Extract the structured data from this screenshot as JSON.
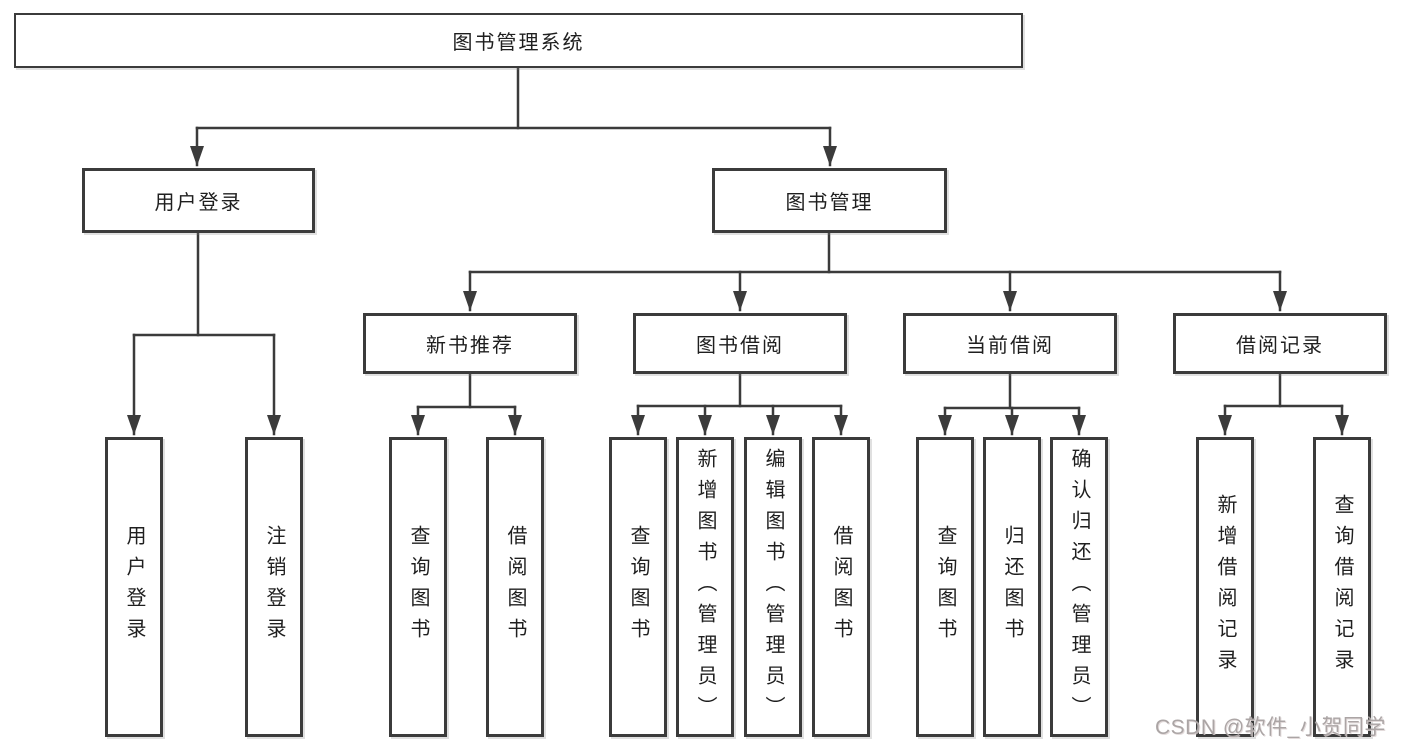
{
  "nodes": {
    "root": "图书管理系统",
    "user_login": "用户登录",
    "book_management": "图书管理",
    "new_book_recommend": "新书推荐",
    "book_borrowing": "图书借阅",
    "current_borrowing": "当前借阅",
    "borrow_records": "借阅记录",
    "leaf_user_login": "用户登录",
    "leaf_logout": "注销登录",
    "nb_query_books": "查询图书",
    "nb_borrow_books": "借阅图书",
    "bb_query_books": "查询图书",
    "bb_add_books": "新增图书（管理员）",
    "bb_edit_books": "编辑图书（管理员）",
    "bb_borrow_books": "借阅图书",
    "cb_query_books": "查询图书",
    "cb_return_books": "归还图书",
    "cb_confirm_return": "确认归还（管理员）",
    "br_add_record": "新增借阅记录",
    "br_query_record": "查询借阅记录"
  },
  "hierarchy": {
    "图书管理系统": {
      "用户登录": [
        "用户登录",
        "注销登录"
      ],
      "图书管理": {
        "新书推荐": [
          "查询图书",
          "借阅图书"
        ],
        "图书借阅": [
          "查询图书",
          "新增图书（管理员）",
          "编辑图书（管理员）",
          "借阅图书"
        ],
        "当前借阅": [
          "查询图书",
          "归还图书",
          "确认归还（管理员）"
        ],
        "借阅记录": [
          "新增借阅记录",
          "查询借阅记录"
        ]
      }
    }
  },
  "watermark": "CSDN @软件_小贺同学",
  "colors": {
    "line": "#3b3b3b",
    "text": "#1f1f1f",
    "watermark": "#aba5a5",
    "background": "#ffffff"
  }
}
